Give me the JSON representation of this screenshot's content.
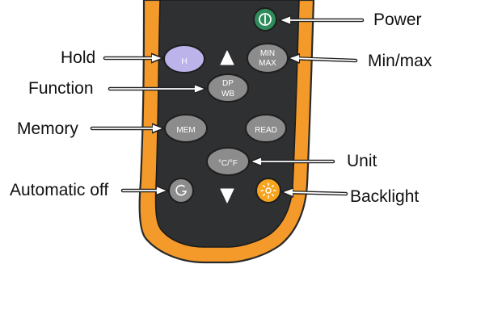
{
  "labels": {
    "power": "Power",
    "hold": "Hold",
    "minmax": "Min/max",
    "function": "Function",
    "memory": "Memory",
    "unit": "Unit",
    "auto_off": "Automatic off",
    "backlight": "Backlight"
  },
  "buttons": {
    "hold": "H",
    "minmax_top": "MIN",
    "minmax_bottom": "MAX",
    "function_top": "DP",
    "function_bottom": "WB",
    "memory": "MEM",
    "read": "READ",
    "unit": "°C/°F"
  },
  "icons": {
    "power": "power-icon",
    "up": "up-arrow-icon",
    "down": "down-arrow-icon",
    "auto_off": "auto-off-icon",
    "backlight": "sun-icon"
  },
  "colors": {
    "casing": "#f39a2a",
    "face": "#2f3032",
    "button": "#8c8c8c",
    "hold_button": "#bcb3ea",
    "power_button": "#2f8a5c",
    "backlight_button": "#f6a31d"
  }
}
